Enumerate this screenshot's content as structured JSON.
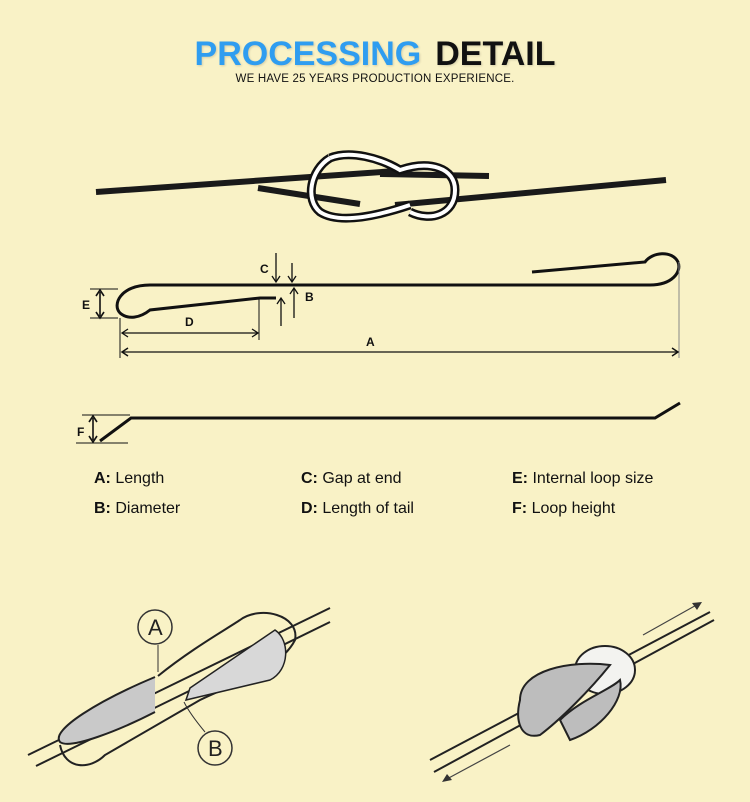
{
  "header": {
    "title_highlight": "PROCESSING",
    "title_rest": "DETAIL",
    "subtitle": "WE HAVE 25 YEARS PRODUCTION EXPERIENCE.",
    "colors": {
      "highlight": "#2f9df0",
      "rest": "#111111",
      "background": "#f9f2c6"
    }
  },
  "diagram": {
    "dimension_labels": {
      "A": "A",
      "B": "B",
      "C": "C",
      "D": "D",
      "E": "E",
      "F": "F"
    },
    "legend": [
      {
        "key": "A:",
        "label": "Length"
      },
      {
        "key": "B:",
        "label": "Diameter"
      },
      {
        "key": "C:",
        "label": "Gap at end"
      },
      {
        "key": "D:",
        "label": "Length of tail"
      },
      {
        "key": "E:",
        "label": "Internal loop size"
      },
      {
        "key": "F:",
        "label": "Loop height"
      }
    ],
    "illustration_callouts": {
      "A": "A",
      "B": "B"
    }
  }
}
